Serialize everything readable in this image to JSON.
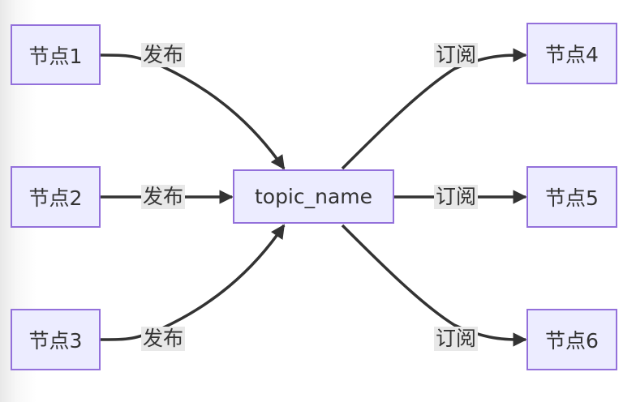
{
  "diagram": {
    "type": "flowchart",
    "direction": "LR",
    "colors": {
      "node_fill": "#ECECFF",
      "node_border": "#9370DB",
      "edge": "#333333",
      "label_bg": "#e8e8e8",
      "text": "#333333"
    },
    "center": {
      "id": "topic",
      "label": "topic_name"
    },
    "publishers": [
      {
        "id": "n1",
        "label": "节点1"
      },
      {
        "id": "n2",
        "label": "节点2"
      },
      {
        "id": "n3",
        "label": "节点3"
      }
    ],
    "subscribers": [
      {
        "id": "n4",
        "label": "节点4"
      },
      {
        "id": "n5",
        "label": "节点5"
      },
      {
        "id": "n6",
        "label": "节点6"
      }
    ],
    "edges": [
      {
        "from": "n1",
        "to": "topic",
        "label": "发布"
      },
      {
        "from": "n2",
        "to": "topic",
        "label": "发布"
      },
      {
        "from": "n3",
        "to": "topic",
        "label": "发布"
      },
      {
        "from": "topic",
        "to": "n4",
        "label": "订阅"
      },
      {
        "from": "topic",
        "to": "n5",
        "label": "订阅"
      },
      {
        "from": "topic",
        "to": "n6",
        "label": "订阅"
      }
    ]
  }
}
